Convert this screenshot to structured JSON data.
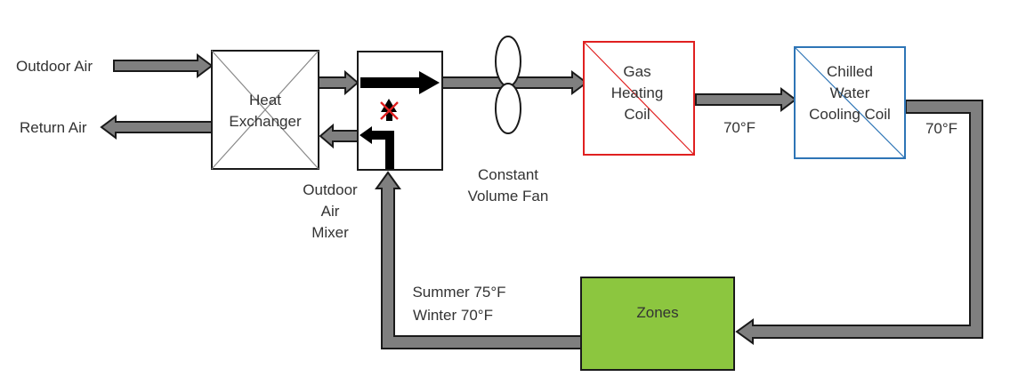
{
  "labels": {
    "outdoor_air": "Outdoor Air",
    "return_air": "Return Air",
    "mixer": [
      "Outdoor",
      "Air",
      "Mixer"
    ],
    "fan": [
      "Constant",
      "Volume Fan"
    ],
    "zone_temps": [
      "Summer 75°F",
      "Winter 70°F"
    ],
    "temp_after_heating": "70°F",
    "temp_after_cooling": "70°F"
  },
  "components": {
    "heat_exchanger": [
      "Heat",
      "Exchanger"
    ],
    "gas_heating_coil": [
      "Gas",
      "Heating",
      "Coil"
    ],
    "chilled_water_coil": [
      "Chilled",
      "Water",
      "Cooling Coil"
    ],
    "zones": "Zones"
  },
  "colors": {
    "duct_fill": "#7f7f7f",
    "duct_stroke": "#1a1a1a",
    "heating_coil": "#e02020",
    "cooling_coil": "#2e75b6",
    "zones_fill": "#8cc63f",
    "damper_x": "#e02020"
  }
}
